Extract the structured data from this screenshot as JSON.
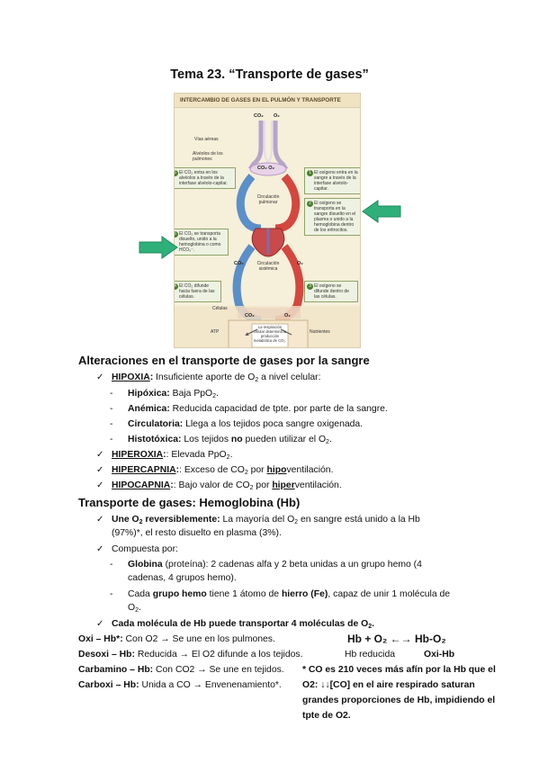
{
  "title": "Tema 23. “Transporte de gases”",
  "figure": {
    "header": "INTERCAMBIO DE GASES EN EL PULMÓN Y TRANSPORTE",
    "co2": "CO₂",
    "o2": "O₂",
    "vias_aereas": "Vías aéreas",
    "alveolos": "Alvéolos de los pulmones",
    "co2_o2": "CO₂ O₂",
    "circ_pulmonar": "Circulación pulmonar",
    "circ_sistemica": "Circulación sistémica",
    "celulas": "Células",
    "atp": "ATP",
    "nutrientes": "Nutrientes",
    "co2_cells": "CO₂",
    "o2_cells": "O₂",
    "center_note": "La respiración celular determina la producción metabólica de CO₂.",
    "box1": "El oxígeno entra en la sangre a través de la interfase alvéolo-capilar.",
    "box2": "El oxígeno se transporta en la sangre disuelto en el plasma o unido a la hemoglobina dentro de los eritrocitos.",
    "box3": "El oxígeno se difunde dentro de las células.",
    "box4": "El CO₂ difunde hacia fuera de las células.",
    "box5": "El CO₂ se transporta disuelto, unido a la hemoglobina o como HCO₃⁻.",
    "box6": "El CO₂ entra en los alvéolos a través de la interfase alvéolo-capilar.",
    "num1": "1",
    "num2": "2",
    "num3": "3",
    "num4": "4",
    "num5": "5",
    "num6": "6"
  },
  "alteraciones": {
    "heading": "Alteraciones en el transporte de gases por la sangre",
    "hipoxia_term": "HIPOXIA",
    "hipoxia_desc_a": ": Insuficiente aporte de O",
    "hipoxia_desc_b": " a nivel celular:",
    "sub2": "2",
    "types": [
      {
        "term": "Hipóxica:",
        "desc": " Baja PpO",
        "tail": "."
      },
      {
        "term": "Anémica:",
        "desc": " Reducida capacidad de tpte. por parte de la sangre.",
        "tail": ""
      },
      {
        "term": "Circulatoria:",
        "desc": " Llega a los tejidos poca sangre oxigenada.",
        "tail": ""
      },
      {
        "term": "Histotóxica:",
        "desc": " Los tejidos ",
        "bold2": "no",
        "desc2": " pueden utilizar el O",
        "tail": "."
      }
    ],
    "hiperoxia_term": "HIPEROXIA",
    "hiperoxia_desc": ": Elevada PpO",
    "hipercapnia_term": "HIPERCAPNIA",
    "hipercapnia_desc_a": ": Exceso de CO",
    "hipercapnia_desc_b": " por ",
    "hipercapnia_u": "hipo",
    "hipercapnia_desc_c": "ventilación.",
    "hipocapnia_term": "HIPOCAPNIA",
    "hipocapnia_desc_a": ": Bajo valor de CO",
    "hipocapnia_desc_b": " por ",
    "hipocapnia_u": "hiper",
    "hipocapnia_desc_c": "ventilación."
  },
  "transporte": {
    "heading": "Transporte de gases: Hemoglobina (Hb)",
    "une_term": "Une O",
    "une_term_b": " reversiblemente:",
    "une_desc_a": " La mayoría del O",
    "une_desc_b": " en sangre está unido a la Hb",
    "une_line2": "(97%)*, el resto disuelto en plasma (3%).",
    "compuesta": "Compuesta por:",
    "globina_term": "Globina",
    "globina_desc": " (proteína): 2 cadenas alfa y 2 beta unidas a un grupo hemo (4",
    "globina_line2": "cadenas, 4 grupos hemo).",
    "grupo_a": "Cada ",
    "grupo_term": "grupo hemo",
    "grupo_b": " tiene 1 átomo de ",
    "grupo_term2": "hierro (Fe)",
    "grupo_c": ", capaz de unir 1 molécula de",
    "grupo_line2": "O",
    "cada_molecula": "Cada molécula de Hb puede transportar 4 moléculas de O",
    "oxi_term": "Oxi – Hb*:",
    "oxi_desc": " Con O2 → Se une en los pulmones.",
    "desoxi_term": "Desoxi – Hb:",
    "desoxi_desc": " Reducida → El O2 difunde a los tejidos.",
    "carbamino_term": "Carbamino – Hb:",
    "carbamino_desc": " Con CO2 → Se une en tejidos.",
    "carboxi_term": "Carboxi – Hb:",
    "carboxi_desc": " Unida a CO → Envenenamiento*.",
    "equation": "Hb + O₂ ←→ Hb-O₂",
    "hb_reducida": "Hb reducida",
    "oxi_hb": "Oxi-Hb",
    "note_l1": "* CO es 210 veces más afín por la Hb que el",
    "note_l2": "O2: ↓↓[CO] en el aire respirado saturan",
    "note_l3": "grandes proporciones de Hb, impidiendo el",
    "note_l4": "tpte de O2."
  },
  "colors": {
    "red": "#d3473f",
    "blue": "#5b8fc9",
    "green_arrow": "#2fb07a",
    "box_border": "#8da46a"
  }
}
